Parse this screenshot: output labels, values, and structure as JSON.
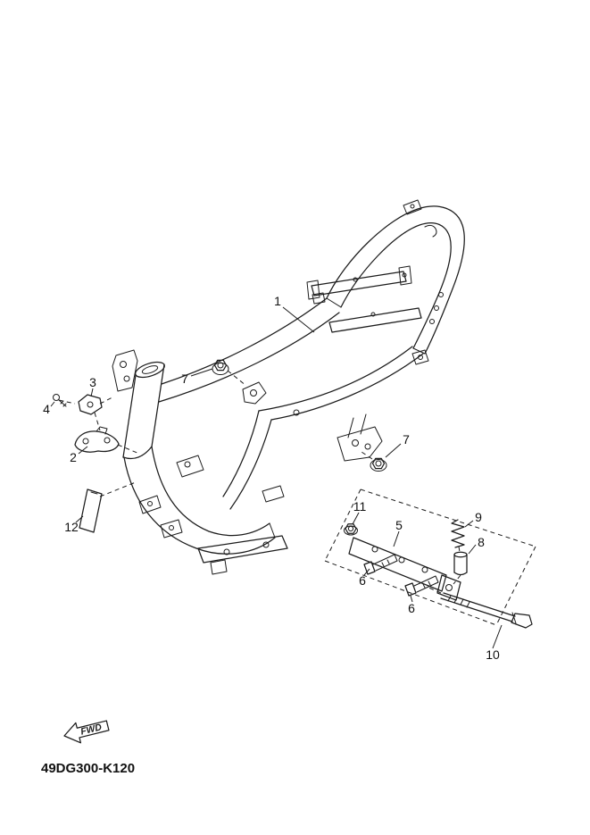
{
  "page": {
    "background": "#ffffff",
    "line_color": "#1c1c1c"
  },
  "footer": {
    "part_code": "49DG300-K120"
  },
  "fwd": {
    "label": "FWD"
  },
  "callouts": [
    {
      "label": "1"
    },
    {
      "label": "2"
    },
    {
      "label": "3"
    },
    {
      "label": "4"
    },
    {
      "label": "5"
    },
    {
      "label": "6"
    },
    {
      "label": "6"
    },
    {
      "label": "7"
    },
    {
      "label": "7"
    },
    {
      "label": "8"
    },
    {
      "label": "9"
    },
    {
      "label": "10"
    },
    {
      "label": "11"
    },
    {
      "label": "12"
    }
  ]
}
